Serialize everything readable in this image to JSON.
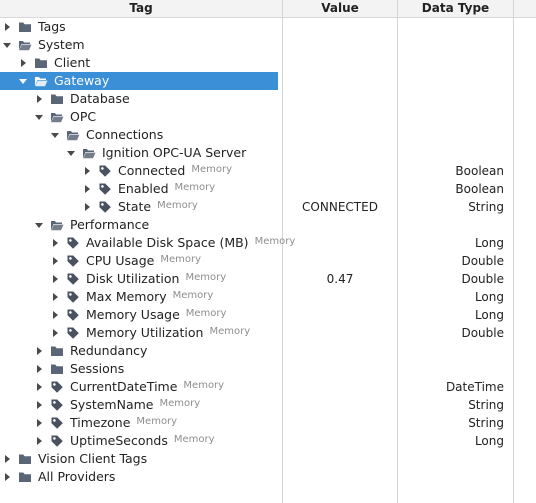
{
  "columns": {
    "tag": "Tag",
    "value": "Value",
    "data_type": "Data Type"
  },
  "colors": {
    "selection": "#3a8fd6",
    "folder": "#5a6678",
    "tag": "#4a5260",
    "provider_text": "#8e8e8e"
  },
  "rows": [
    {
      "label": "Tags",
      "depth": 0,
      "expanded": false,
      "kind": "folder",
      "provider": "",
      "value": "",
      "type": ""
    },
    {
      "label": "System",
      "depth": 0,
      "expanded": true,
      "kind": "folder",
      "provider": "",
      "value": "",
      "type": ""
    },
    {
      "label": "Client",
      "depth": 1,
      "expanded": false,
      "kind": "folder",
      "provider": "",
      "value": "",
      "type": ""
    },
    {
      "label": "Gateway",
      "depth": 1,
      "expanded": true,
      "kind": "folder",
      "provider": "",
      "value": "",
      "type": "",
      "selected": true
    },
    {
      "label": "Database",
      "depth": 2,
      "expanded": false,
      "kind": "folder",
      "provider": "",
      "value": "",
      "type": ""
    },
    {
      "label": "OPC",
      "depth": 2,
      "expanded": true,
      "kind": "folder",
      "provider": "",
      "value": "",
      "type": ""
    },
    {
      "label": "Connections",
      "depth": 3,
      "expanded": true,
      "kind": "folder",
      "provider": "",
      "value": "",
      "type": ""
    },
    {
      "label": "Ignition OPC-UA Server",
      "depth": 4,
      "expanded": true,
      "kind": "folder",
      "provider": "",
      "value": "",
      "type": ""
    },
    {
      "label": "Connected",
      "depth": 5,
      "expanded": false,
      "kind": "tag",
      "provider": "Memory",
      "value": "",
      "type": "Boolean"
    },
    {
      "label": "Enabled",
      "depth": 5,
      "expanded": false,
      "kind": "tag",
      "provider": "Memory",
      "value": "",
      "type": "Boolean"
    },
    {
      "label": "State",
      "depth": 5,
      "expanded": false,
      "kind": "tag",
      "provider": "Memory",
      "value": "CONNECTED",
      "type": "String"
    },
    {
      "label": "Performance",
      "depth": 2,
      "expanded": true,
      "kind": "folder",
      "provider": "",
      "value": "",
      "type": ""
    },
    {
      "label": "Available Disk Space (MB)",
      "depth": 3,
      "expanded": false,
      "kind": "tag",
      "provider": "Memory",
      "value": "",
      "type": "Long"
    },
    {
      "label": "CPU Usage",
      "depth": 3,
      "expanded": false,
      "kind": "tag",
      "provider": "Memory",
      "value": "",
      "type": "Double"
    },
    {
      "label": "Disk Utilization",
      "depth": 3,
      "expanded": false,
      "kind": "tag",
      "provider": "Memory",
      "value": "0.47",
      "type": "Double"
    },
    {
      "label": "Max Memory",
      "depth": 3,
      "expanded": false,
      "kind": "tag",
      "provider": "Memory",
      "value": "",
      "type": "Long"
    },
    {
      "label": "Memory Usage",
      "depth": 3,
      "expanded": false,
      "kind": "tag",
      "provider": "Memory",
      "value": "",
      "type": "Long"
    },
    {
      "label": "Memory Utilization",
      "depth": 3,
      "expanded": false,
      "kind": "tag",
      "provider": "Memory",
      "value": "",
      "type": "Double"
    },
    {
      "label": "Redundancy",
      "depth": 2,
      "expanded": false,
      "kind": "folder",
      "provider": "",
      "value": "",
      "type": ""
    },
    {
      "label": "Sessions",
      "depth": 2,
      "expanded": false,
      "kind": "folder",
      "provider": "",
      "value": "",
      "type": ""
    },
    {
      "label": "CurrentDateTime",
      "depth": 2,
      "expanded": false,
      "kind": "tag",
      "provider": "Memory",
      "value": "",
      "type": "DateTime"
    },
    {
      "label": "SystemName",
      "depth": 2,
      "expanded": false,
      "kind": "tag",
      "provider": "Memory",
      "value": "",
      "type": "String"
    },
    {
      "label": "Timezone",
      "depth": 2,
      "expanded": false,
      "kind": "tag",
      "provider": "Memory",
      "value": "",
      "type": "String"
    },
    {
      "label": "UptimeSeconds",
      "depth": 2,
      "expanded": false,
      "kind": "tag",
      "provider": "Memory",
      "value": "",
      "type": "Long"
    },
    {
      "label": "Vision Client Tags",
      "depth": 0,
      "expanded": false,
      "kind": "folder",
      "provider": "",
      "value": "",
      "type": ""
    },
    {
      "label": "All Providers",
      "depth": 0,
      "expanded": false,
      "kind": "folder",
      "provider": "",
      "value": "",
      "type": ""
    }
  ]
}
